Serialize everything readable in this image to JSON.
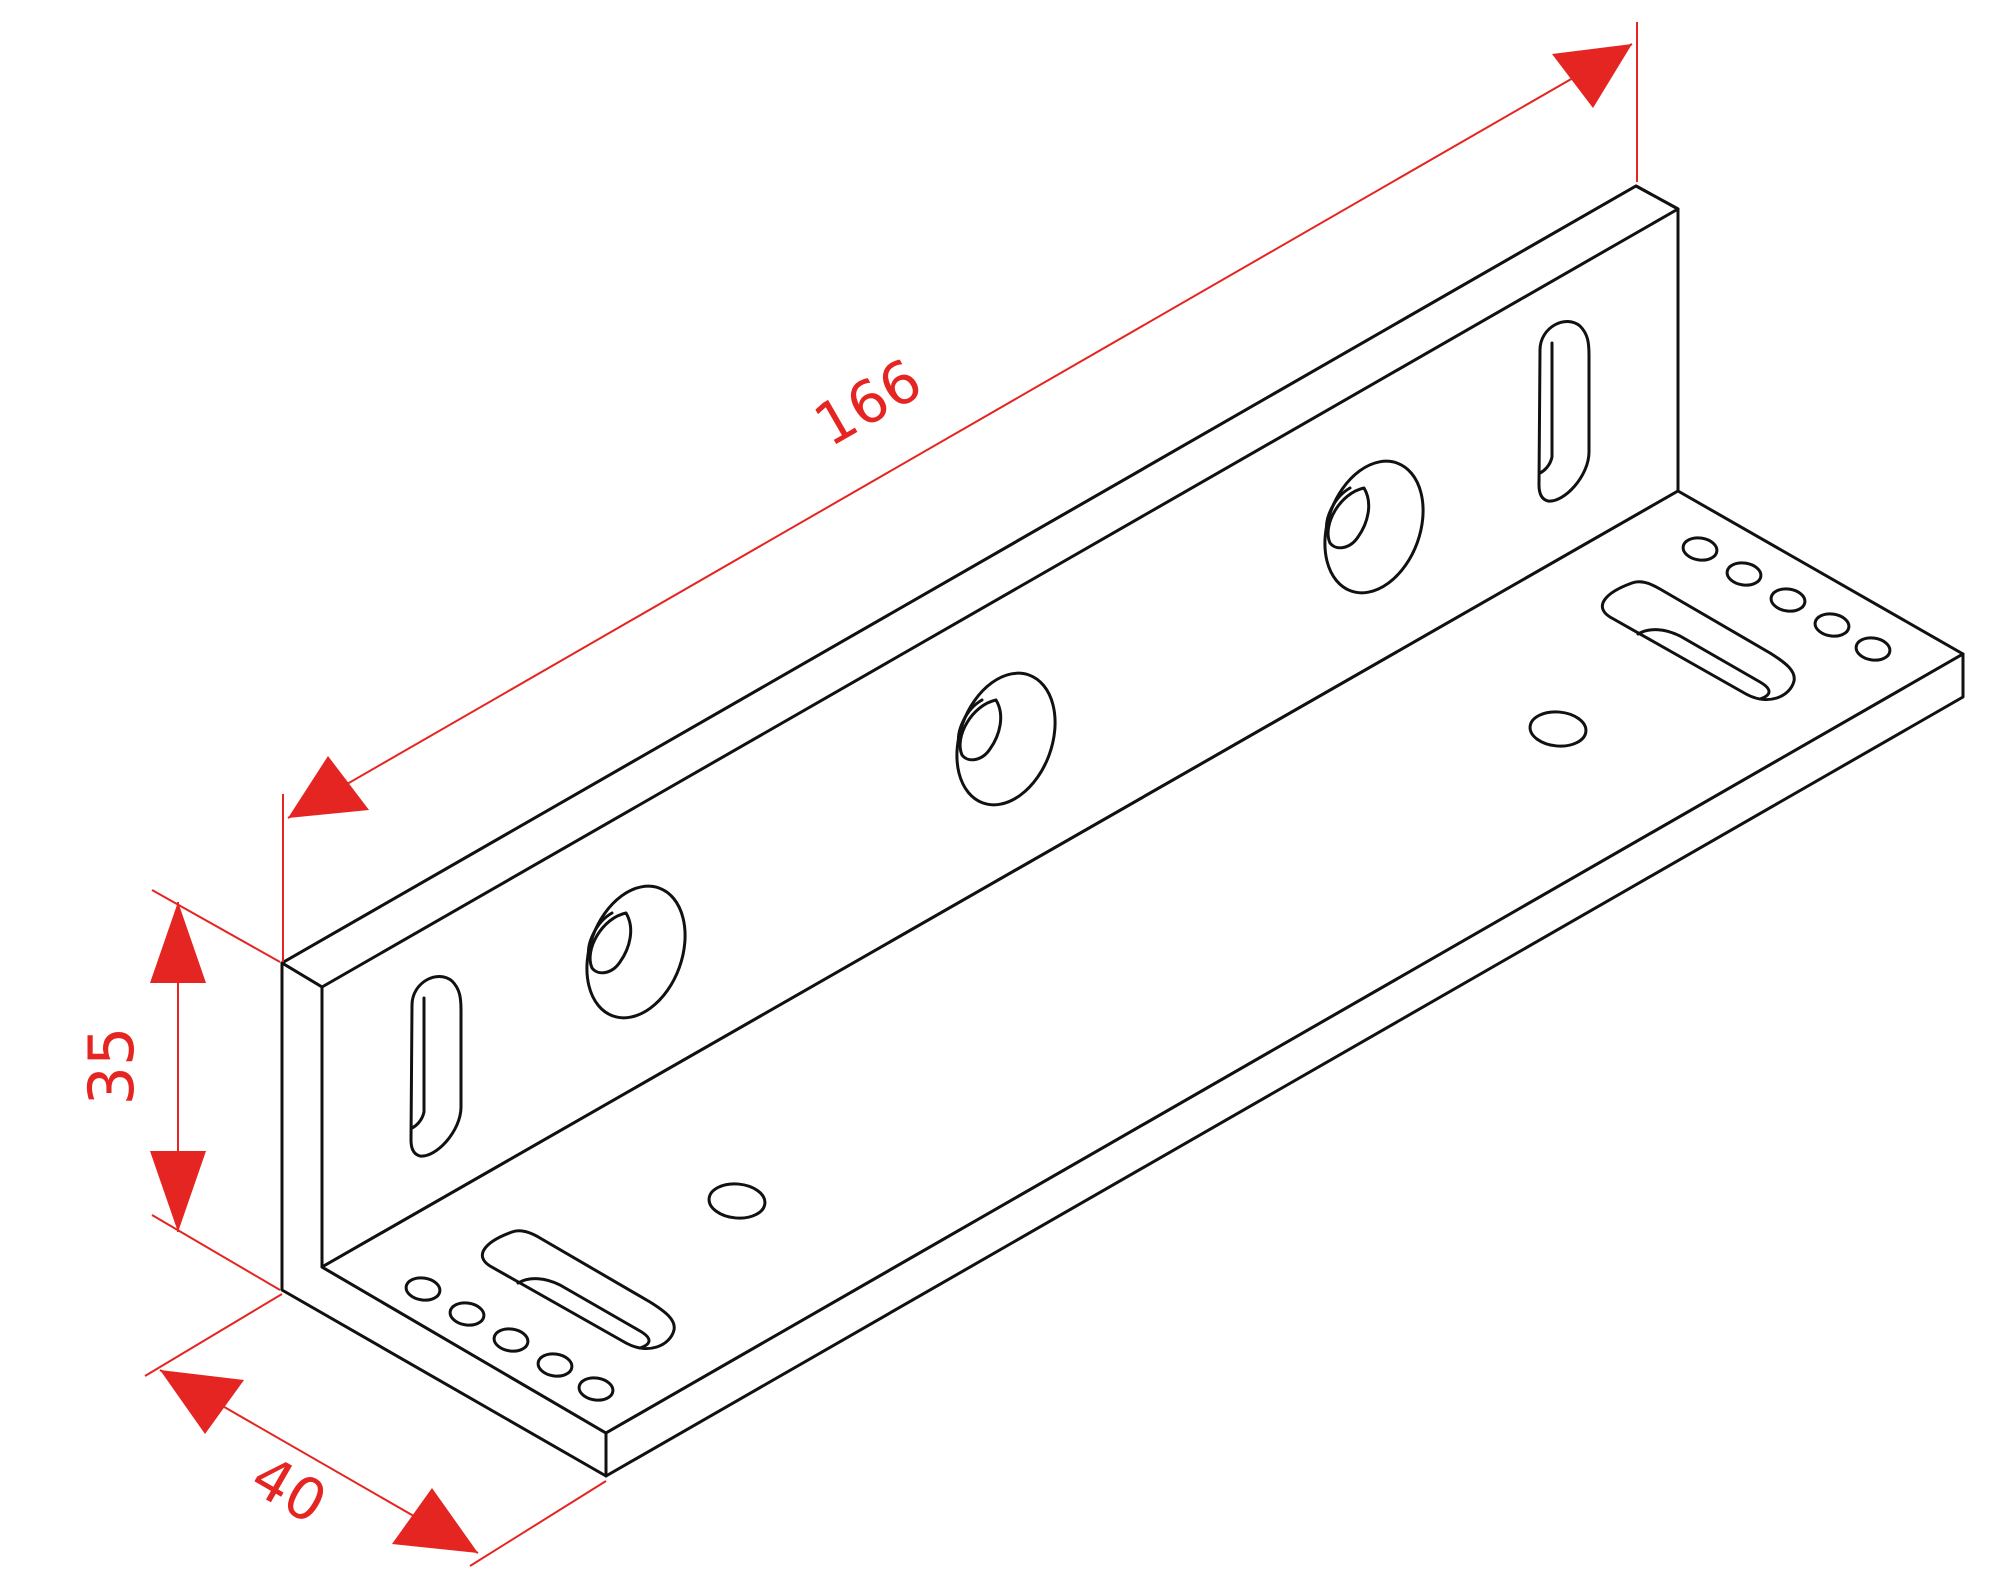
{
  "colors": {
    "line": "#111111",
    "dimension": "#e52521",
    "background": "#ffffff"
  },
  "dimensions": {
    "length": "166",
    "height": "35",
    "depth": "40"
  }
}
